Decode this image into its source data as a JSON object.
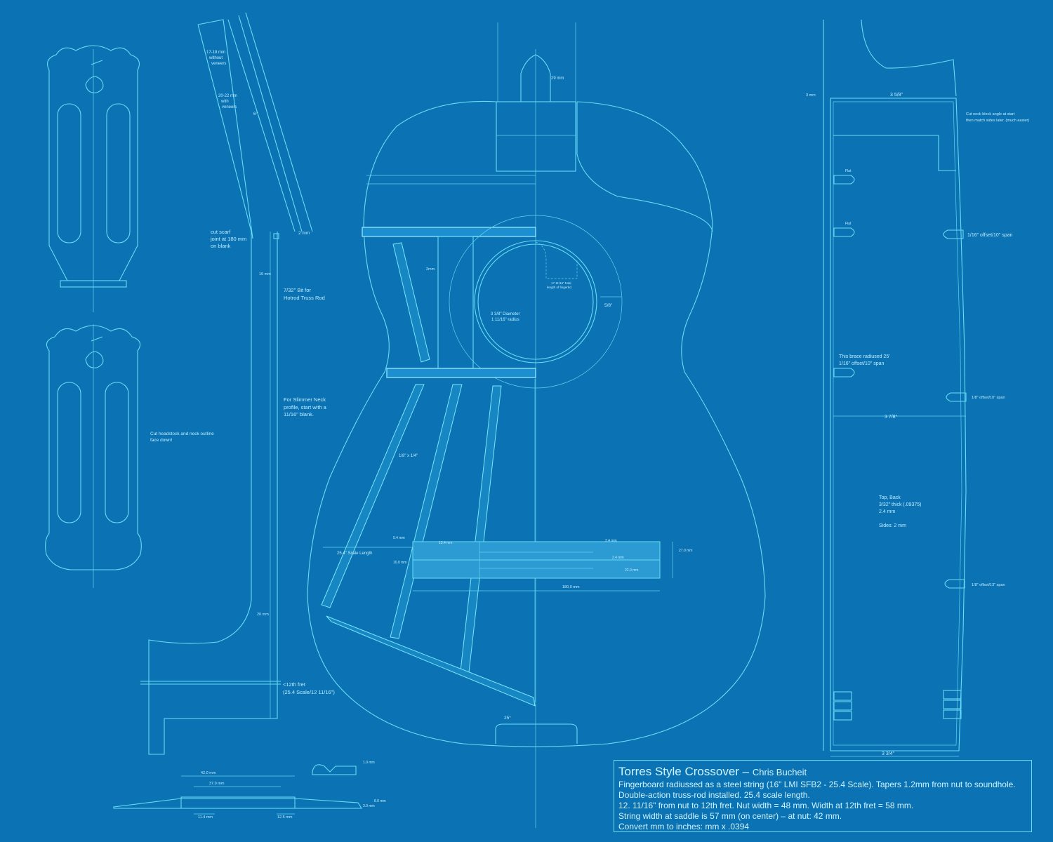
{
  "title": {
    "main": "Torres Style Crossover",
    "dash": " – ",
    "author": "Chris Bucheit",
    "notes": [
      "Fingerboard radiussed as a steel string (16\" LMI SFB2 - 25.4 Scale). Tapers 1.2mm from nut to soundhole.",
      "Double-action truss-rod installed. 25.4 scale length.",
      "12. 11/16\" from nut to 12th fret. Nut width = 48 mm. Width at 12th fret = 58 mm.",
      "String width at saddle is 57 mm (on center) – at nut: 42 mm.",
      "Convert mm to inches: mm x .0394"
    ]
  },
  "neck_labels": {
    "thickness_no_veneer": [
      "17-18 mm",
      "without",
      "veneers"
    ],
    "thickness_veneer": [
      "20-22 mm",
      "with",
      "veneers"
    ],
    "angle": "6°",
    "scarf": [
      "cut scarf",
      "joint at 180 mm",
      "on blank"
    ],
    "two_mm": "2 mm",
    "sixteen_mm": "16 mm",
    "truss_bit": [
      "7/32\" Bit for",
      "Hotrod Truss Rod"
    ],
    "slimmer": [
      "For Slimmer Neck",
      "profile, start with a",
      "11/16\" blank."
    ],
    "twenty_mm": "20 mm",
    "fret12": [
      "<12th fret",
      "(25.4 Scale/12 11/16\")"
    ],
    "headstock_note": [
      "Cut headstock and neck outline",
      "face down!"
    ]
  },
  "body_labels": {
    "neck_width": "29 mm",
    "soundhole": [
      "3 3/8\" Diameter",
      "1 11/16\" radius"
    ],
    "ring": "5/8\"",
    "fingerboard_end": [
      "17 11/16\" total",
      "length of fingerbd."
    ],
    "brace_2mm": "2mm",
    "brace_size": "1/8\" x 1/4\"",
    "scale": "25.4\" Scale Length",
    "bridge_len": "180.0 mm",
    "bridge_h": "27.0 mm",
    "bridge_a": "13.4 mm",
    "bridge_b": "10.0 mm",
    "bridge_c": "5.4 mm",
    "bridge_d": "2.4 mm",
    "bridge_e": "2.4 mm",
    "bridge_f": "22.0 mm",
    "tail_angle": "25°"
  },
  "side_labels": {
    "three_mm": "3 mm",
    "top_width": "3 5/8\"",
    "neck_block": [
      "Cut neck block angle at start",
      "then match sides later. (much easier)"
    ],
    "flat1": "Flat",
    "flat2": "Flat",
    "offset1": "1/16\" offset/10\" span",
    "brace_radius": [
      "This brace radiused 25'",
      "1/16\" offset/10\" span"
    ],
    "offset2": "1/8\" offset/10\" span",
    "mid_width": "3 7/8\"",
    "thickness": [
      "Top, Back",
      "3/32\" thick (.09375)",
      "2.4 mm",
      "",
      "Sides: 2 mm"
    ],
    "offset3": "1/8\" offset/13\" span",
    "bottom_width": "3 3/4\""
  },
  "nut_labels": {
    "a": "42.0 mm",
    "b": "37.0 mm",
    "c": "11.4 mm",
    "d": "12.5 mm",
    "e": "1.0 mm",
    "f": "3.0 mm",
    "g": "8.0 mm"
  },
  "colors": {
    "background": "#0b72b3",
    "line": "#67ddf6",
    "text": "#bfeeff"
  }
}
